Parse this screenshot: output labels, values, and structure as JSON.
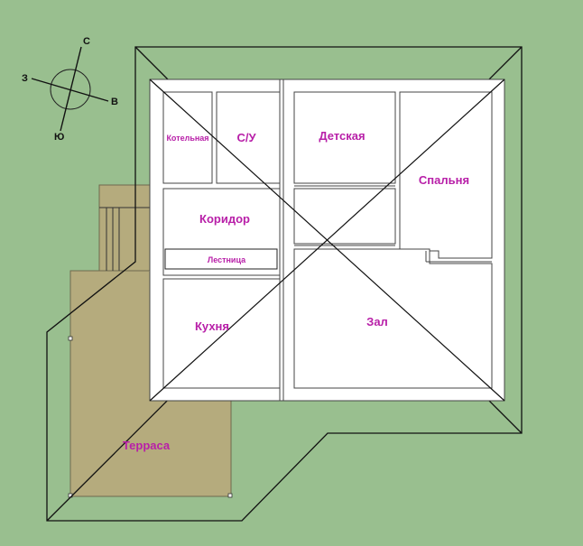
{
  "colors": {
    "background": "#99bf8f",
    "terrace": "#b5ab7d",
    "walls": "#ffffff",
    "room_label": "#b81fa8",
    "lines": "#111111"
  },
  "compass": {
    "north": "С",
    "south": "Ю",
    "west": "З",
    "east": "В",
    "icon": "compass-rose-icon"
  },
  "rooms": {
    "boiler_room": "Котельная",
    "bathroom": "С/У",
    "kids_room": "Детская",
    "bedroom": "Спальня",
    "corridor": "Коридор",
    "stairs": "Лестница",
    "kitchen": "Кухня",
    "hall": "Зал",
    "terrace": "Терраса"
  }
}
